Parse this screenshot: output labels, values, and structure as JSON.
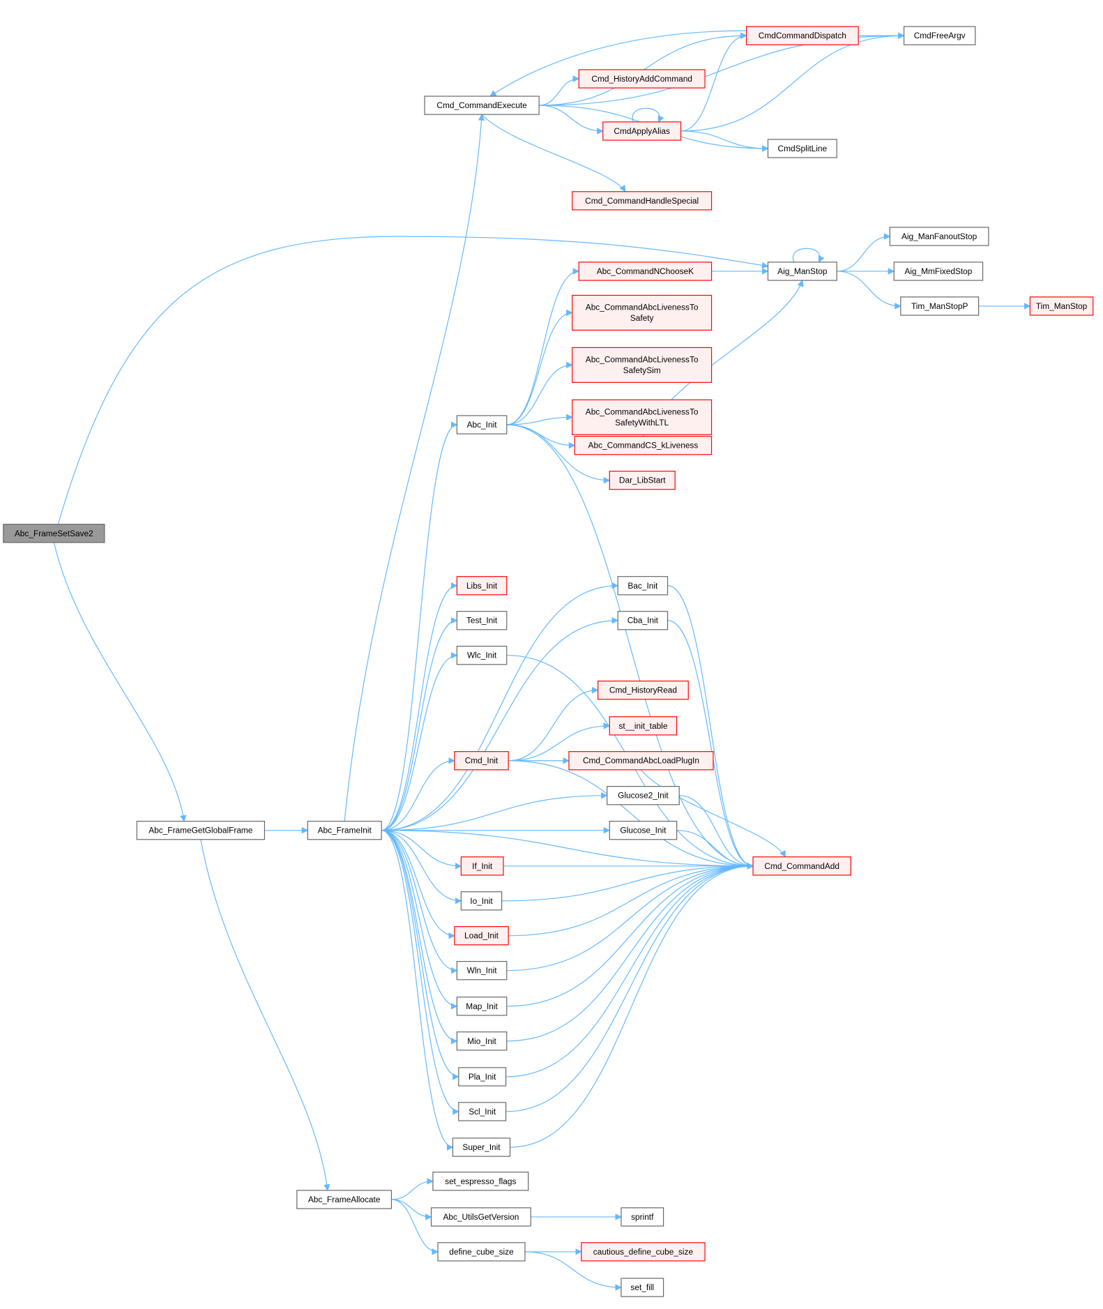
{
  "colors": {
    "edge": "#63b8ff",
    "red_border": "#ff0000",
    "red_fill": "#fff0f0",
    "root_fill": "#999999"
  },
  "nodes": [
    {
      "id": "CmdFreeArgv",
      "lines": [
        "CmdFreeArgv"
      ],
      "kind": "normal"
    },
    {
      "id": "CmdCommandDispatch",
      "lines": [
        "CmdCommandDispatch"
      ],
      "kind": "red"
    },
    {
      "id": "Cmd_HistoryAddCommand",
      "lines": [
        "Cmd_HistoryAddCommand"
      ],
      "kind": "red"
    },
    {
      "id": "Cmd_CommandExecute",
      "lines": [
        "Cmd_CommandExecute"
      ],
      "kind": "normal"
    },
    {
      "id": "CmdApplyAlias",
      "lines": [
        "CmdApplyAlias"
      ],
      "kind": "red"
    },
    {
      "id": "CmdSplitLine",
      "lines": [
        "CmdSplitLine"
      ],
      "kind": "normal"
    },
    {
      "id": "Cmd_CommandHandleSpecial",
      "lines": [
        "Cmd_CommandHandleSpecial"
      ],
      "kind": "red"
    },
    {
      "id": "Aig_ManFanoutStop",
      "lines": [
        "Aig_ManFanoutStop"
      ],
      "kind": "normal"
    },
    {
      "id": "Aig_ManStop",
      "lines": [
        "Aig_ManStop"
      ],
      "kind": "normal"
    },
    {
      "id": "Aig_MmFixedStop",
      "lines": [
        "Aig_MmFixedStop"
      ],
      "kind": "normal"
    },
    {
      "id": "Abc_CommandNChooseK",
      "lines": [
        "Abc_CommandNChooseK"
      ],
      "kind": "red"
    },
    {
      "id": "Tim_ManStopP",
      "lines": [
        "Tim_ManStopP"
      ],
      "kind": "normal"
    },
    {
      "id": "Tim_ManStop",
      "lines": [
        "Tim_ManStop"
      ],
      "kind": "red"
    },
    {
      "id": "Abc_CommandAbcLivenessToSafety",
      "lines": [
        "Abc_CommandAbcLivenessTo",
        "Safety"
      ],
      "kind": "red"
    },
    {
      "id": "Abc_CommandAbcLivenessToSafetySim",
      "lines": [
        "Abc_CommandAbcLivenessTo",
        "SafetySim"
      ],
      "kind": "red"
    },
    {
      "id": "Abc_CommandAbcLivenessToSafetyWithLTL",
      "lines": [
        "Abc_CommandAbcLivenessTo",
        "SafetyWithLTL"
      ],
      "kind": "red"
    },
    {
      "id": "Abc_CommandCS_kLiveness",
      "lines": [
        "Abc_CommandCS_kLiveness"
      ],
      "kind": "red"
    },
    {
      "id": "Dar_LibStart",
      "lines": [
        "Dar_LibStart"
      ],
      "kind": "red"
    },
    {
      "id": "Abc_Init",
      "lines": [
        "Abc_Init"
      ],
      "kind": "normal"
    },
    {
      "id": "Abc_FrameSetSave2",
      "lines": [
        "Abc_FrameSetSave2"
      ],
      "kind": "root"
    },
    {
      "id": "Libs_Init",
      "lines": [
        "Libs_Init"
      ],
      "kind": "red"
    },
    {
      "id": "Test_Init",
      "lines": [
        "Test_Init"
      ],
      "kind": "normal"
    },
    {
      "id": "Wlc_Init",
      "lines": [
        "Wlc_Init"
      ],
      "kind": "normal"
    },
    {
      "id": "Bac_Init",
      "lines": [
        "Bac_Init"
      ],
      "kind": "normal"
    },
    {
      "id": "Cba_Init",
      "lines": [
        "Cba_Init"
      ],
      "kind": "normal"
    },
    {
      "id": "Cmd_HistoryRead",
      "lines": [
        "Cmd_HistoryRead"
      ],
      "kind": "red"
    },
    {
      "id": "st__init_table",
      "lines": [
        "st__init_table"
      ],
      "kind": "red"
    },
    {
      "id": "Cmd_Init",
      "lines": [
        "Cmd_Init"
      ],
      "kind": "red"
    },
    {
      "id": "Cmd_CommandAbcLoadPlugIn",
      "lines": [
        "Cmd_CommandAbcLoadPlugIn"
      ],
      "kind": "red"
    },
    {
      "id": "Glucose2_Init",
      "lines": [
        "Glucose2_Init"
      ],
      "kind": "normal"
    },
    {
      "id": "Glucose_Init",
      "lines": [
        "Glucose_Init"
      ],
      "kind": "normal"
    },
    {
      "id": "Abc_FrameGetGlobalFrame",
      "lines": [
        "Abc_FrameGetGlobalFrame"
      ],
      "kind": "normal"
    },
    {
      "id": "Abc_FrameInit",
      "lines": [
        "Abc_FrameInit"
      ],
      "kind": "normal"
    },
    {
      "id": "Cmd_CommandAdd",
      "lines": [
        "Cmd_CommandAdd"
      ],
      "kind": "red"
    },
    {
      "id": "If_Init",
      "lines": [
        "If_Init"
      ],
      "kind": "red"
    },
    {
      "id": "Io_Init",
      "lines": [
        "Io_Init"
      ],
      "kind": "normal"
    },
    {
      "id": "Load_Init",
      "lines": [
        "Load_Init"
      ],
      "kind": "red"
    },
    {
      "id": "Wln_Init",
      "lines": [
        "Wln_Init"
      ],
      "kind": "normal"
    },
    {
      "id": "Map_Init",
      "lines": [
        "Map_Init"
      ],
      "kind": "normal"
    },
    {
      "id": "Mio_Init",
      "lines": [
        "Mio_Init"
      ],
      "kind": "normal"
    },
    {
      "id": "Pla_Init",
      "lines": [
        "Pla_Init"
      ],
      "kind": "normal"
    },
    {
      "id": "Scl_Init",
      "lines": [
        "Scl_Init"
      ],
      "kind": "normal"
    },
    {
      "id": "Super_Init",
      "lines": [
        "Super_Init"
      ],
      "kind": "normal"
    },
    {
      "id": "Abc_FrameAllocate",
      "lines": [
        "Abc_FrameAllocate"
      ],
      "kind": "normal"
    },
    {
      "id": "set_espresso_flags",
      "lines": [
        "set_espresso_flags"
      ],
      "kind": "normal"
    },
    {
      "id": "Abc_UtilsGetVersion",
      "lines": [
        "Abc_UtilsGetVersion"
      ],
      "kind": "normal"
    },
    {
      "id": "sprintf",
      "lines": [
        "sprintf"
      ],
      "kind": "normal"
    },
    {
      "id": "define_cube_size",
      "lines": [
        "define_cube_size"
      ],
      "kind": "normal"
    },
    {
      "id": "cautious_define_cube_size",
      "lines": [
        "cautious_define_cube_size"
      ],
      "kind": "red"
    },
    {
      "id": "set_fill",
      "lines": [
        "set_fill"
      ],
      "kind": "normal"
    }
  ],
  "edges": [
    [
      "Abc_FrameSetSave2",
      "Aig_ManStop"
    ],
    [
      "Abc_FrameSetSave2",
      "Abc_FrameGetGlobalFrame"
    ],
    [
      "Abc_FrameGetGlobalFrame",
      "Abc_FrameInit"
    ],
    [
      "Abc_FrameGetGlobalFrame",
      "Abc_FrameAllocate"
    ],
    [
      "Abc_FrameInit",
      "Cmd_CommandExecute"
    ],
    [
      "Abc_FrameInit",
      "Abc_Init"
    ],
    [
      "Abc_FrameInit",
      "Libs_Init"
    ],
    [
      "Abc_FrameInit",
      "Test_Init"
    ],
    [
      "Abc_FrameInit",
      "Wlc_Init"
    ],
    [
      "Abc_FrameInit",
      "Cmd_CommandAdd"
    ],
    [
      "Abc_FrameInit",
      "Bac_Init"
    ],
    [
      "Abc_FrameInit",
      "Cba_Init"
    ],
    [
      "Abc_FrameInit",
      "Cmd_Init"
    ],
    [
      "Abc_FrameInit",
      "Glucose2_Init"
    ],
    [
      "Abc_FrameInit",
      "Glucose_Init"
    ],
    [
      "Abc_FrameInit",
      "If_Init"
    ],
    [
      "Abc_FrameInit",
      "Io_Init"
    ],
    [
      "Abc_FrameInit",
      "Load_Init"
    ],
    [
      "Abc_FrameInit",
      "Wln_Init"
    ],
    [
      "Abc_FrameInit",
      "Map_Init"
    ],
    [
      "Abc_FrameInit",
      "Mio_Init"
    ],
    [
      "Abc_FrameInit",
      "Pla_Init"
    ],
    [
      "Abc_FrameInit",
      "Scl_Init"
    ],
    [
      "Abc_FrameInit",
      "Super_Init"
    ],
    [
      "Cmd_CommandExecute",
      "CmdFreeArgv"
    ],
    [
      "Cmd_CommandExecute",
      "CmdCommandDispatch"
    ],
    [
      "Cmd_CommandExecute",
      "Cmd_HistoryAddCommand"
    ],
    [
      "Cmd_CommandExecute",
      "CmdApplyAlias"
    ],
    [
      "Cmd_CommandExecute",
      "CmdSplitLine"
    ],
    [
      "Cmd_CommandExecute",
      "Cmd_CommandHandleSpecial"
    ],
    [
      "CmdCommandDispatch",
      "Cmd_CommandExecute"
    ],
    [
      "CmdCommandDispatch",
      "CmdFreeArgv"
    ],
    [
      "CmdApplyAlias",
      "CmdApplyAlias"
    ],
    [
      "CmdApplyAlias",
      "CmdCommandDispatch"
    ],
    [
      "CmdApplyAlias",
      "CmdFreeArgv"
    ],
    [
      "CmdApplyAlias",
      "CmdSplitLine"
    ],
    [
      "Aig_ManStop",
      "Aig_ManStop"
    ],
    [
      "Aig_ManStop",
      "Aig_ManFanoutStop"
    ],
    [
      "Aig_ManStop",
      "Aig_MmFixedStop"
    ],
    [
      "Aig_ManStop",
      "Tim_ManStopP"
    ],
    [
      "Tim_ManStopP",
      "Tim_ManStop"
    ],
    [
      "Abc_Init",
      "Abc_CommandNChooseK"
    ],
    [
      "Abc_Init",
      "Abc_CommandAbcLivenessToSafety"
    ],
    [
      "Abc_Init",
      "Abc_CommandAbcLivenessToSafetySim"
    ],
    [
      "Abc_Init",
      "Abc_CommandAbcLivenessToSafetyWithLTL"
    ],
    [
      "Abc_Init",
      "Abc_CommandCS_kLiveness"
    ],
    [
      "Abc_Init",
      "Dar_LibStart"
    ],
    [
      "Abc_Init",
      "Cmd_CommandAdd"
    ],
    [
      "Abc_CommandNChooseK",
      "Aig_ManStop"
    ],
    [
      "Abc_CommandCS_kLiveness",
      "Aig_ManStop"
    ],
    [
      "Wlc_Init",
      "Cmd_CommandAdd"
    ],
    [
      "Bac_Init",
      "Cmd_CommandAdd"
    ],
    [
      "Cba_Init",
      "Cmd_CommandAdd"
    ],
    [
      "Cmd_Init",
      "Cmd_HistoryRead"
    ],
    [
      "Cmd_Init",
      "st__init_table"
    ],
    [
      "Cmd_Init",
      "Cmd_CommandAbcLoadPlugIn"
    ],
    [
      "Cmd_Init",
      "Cmd_CommandAdd"
    ],
    [
      "Cmd_CommandAbcLoadPlugIn",
      "Cmd_CommandAdd"
    ],
    [
      "Glucose2_Init",
      "Cmd_CommandAdd"
    ],
    [
      "Glucose_Init",
      "Cmd_CommandAdd"
    ],
    [
      "If_Init",
      "Cmd_CommandAdd"
    ],
    [
      "Io_Init",
      "Cmd_CommandAdd"
    ],
    [
      "Load_Init",
      "Cmd_CommandAdd"
    ],
    [
      "Wln_Init",
      "Cmd_CommandAdd"
    ],
    [
      "Map_Init",
      "Cmd_CommandAdd"
    ],
    [
      "Mio_Init",
      "Cmd_CommandAdd"
    ],
    [
      "Pla_Init",
      "Cmd_CommandAdd"
    ],
    [
      "Scl_Init",
      "Cmd_CommandAdd"
    ],
    [
      "Super_Init",
      "Cmd_CommandAdd"
    ],
    [
      "Abc_FrameAllocate",
      "set_espresso_flags"
    ],
    [
      "Abc_FrameAllocate",
      "Abc_UtilsGetVersion"
    ],
    [
      "Abc_FrameAllocate",
      "define_cube_size"
    ],
    [
      "Abc_UtilsGetVersion",
      "sprintf"
    ],
    [
      "define_cube_size",
      "cautious_define_cube_size"
    ],
    [
      "define_cube_size",
      "set_fill"
    ]
  ]
}
